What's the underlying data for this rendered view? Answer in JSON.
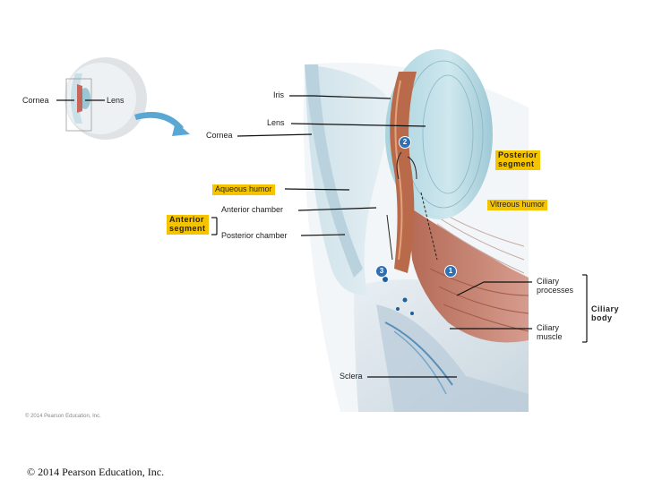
{
  "labels": {
    "cornea_small": "Cornea",
    "lens_small": "Lens",
    "iris": "Iris",
    "lens": "Lens",
    "cornea": "Cornea",
    "posterior_segment_1": "Posterior",
    "posterior_segment_2": "segment",
    "aqueous_humor": "Aqueous humor",
    "vitreous_humor": "Vitreous humor",
    "anterior_chamber": "Anterior chamber",
    "anterior_segment_1": "Anterior",
    "anterior_segment_2": "segment",
    "posterior_chamber": "Posterior chamber",
    "ciliary_processes_1": "Ciliary",
    "ciliary_processes_2": "processes",
    "ciliary_body_1": "Ciliary",
    "ciliary_body_2": "body",
    "ciliary_muscle_1": "Ciliary",
    "ciliary_muscle_2": "muscle",
    "sclera": "Sclera"
  },
  "badges": {
    "one": "1",
    "two": "2",
    "three": "3"
  },
  "copyright_small": "© 2014 Pearson Education, Inc.",
  "copyright_large": "© 2014 Pearson Education, Inc.",
  "colors": {
    "highlight": "#f5c400",
    "badge": "#2f6fb3",
    "lens": "#bfdde6",
    "cornea": "#d5e6ee",
    "iris": "#b86a4a",
    "ciliary": "#c9877a",
    "sclera": "#dfe7ee"
  }
}
